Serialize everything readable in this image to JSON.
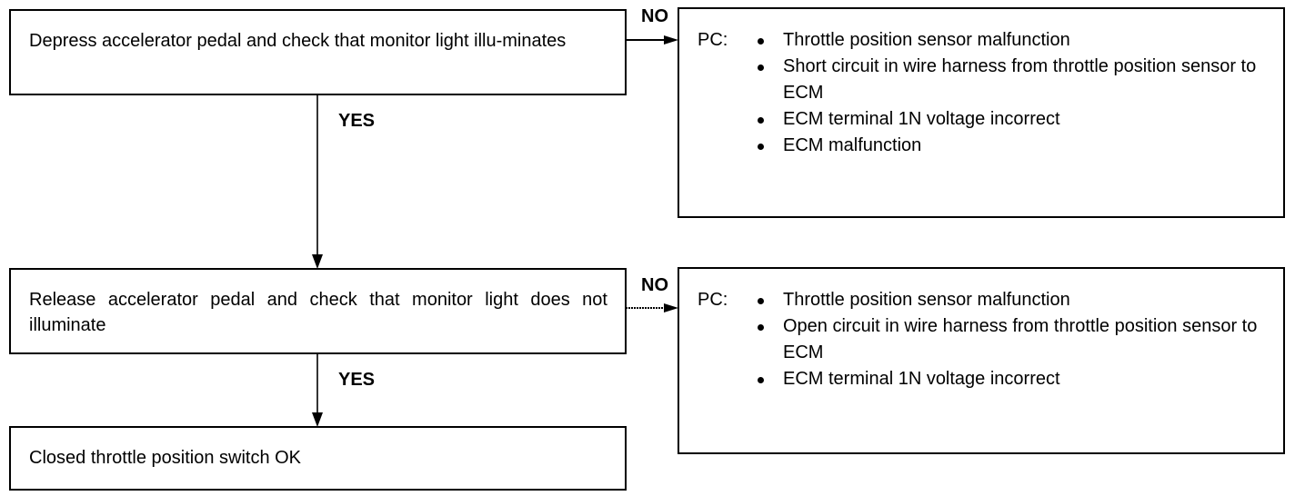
{
  "steps": [
    {
      "text": "Depress accelerator pedal and check that monitor light illu-minates"
    },
    {
      "text": "Release accelerator pedal and check that monitor light does not illuminate"
    },
    {
      "text": "Closed throttle position switch OK"
    }
  ],
  "labels": {
    "yes": "YES",
    "no": "NO"
  },
  "pc_boxes": [
    {
      "prefix": "PC:",
      "items": [
        "Throttle position sensor malfunction",
        "Short circuit in wire harness from throttle position sensor to ECM",
        "ECM terminal 1N voltage incorrect",
        "ECM malfunction"
      ]
    },
    {
      "prefix": "PC:",
      "items": [
        "Throttle position sensor malfunction",
        "Open circuit in wire harness from throttle position sensor to ECM",
        "ECM terminal 1N voltage incorrect"
      ]
    }
  ]
}
